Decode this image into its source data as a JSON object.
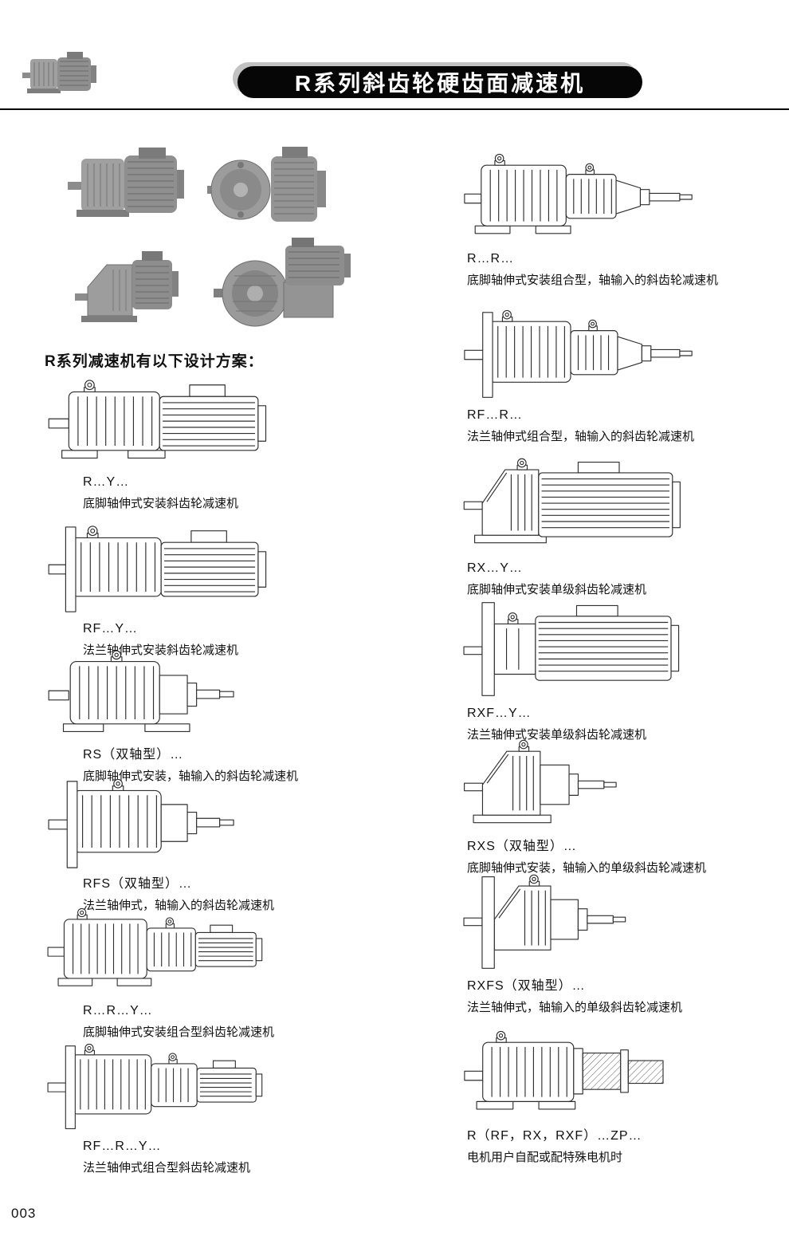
{
  "header": {
    "title": "R系列斜齿轮硬齿面减速机"
  },
  "intro": "R系列减速机有以下设计方案：",
  "page_number": "003",
  "left_items": [
    {
      "code": "R…Y…",
      "desc": "底脚轴伸式安装斜齿轮减速机"
    },
    {
      "code": "RF…Y…",
      "desc": "法兰轴伸式安装斜齿轮减速机"
    },
    {
      "code": "RS（双轴型）…",
      "desc": "底脚轴伸式安装，轴输入的斜齿轮减速机"
    },
    {
      "code": "RFS（双轴型）…",
      "desc": "法兰轴伸式，轴输入的斜齿轮减速机"
    },
    {
      "code": "R…R…Y…",
      "desc": "底脚轴伸式安装组合型斜齿轮减速机"
    },
    {
      "code": "RF…R…Y…",
      "desc": "法兰轴伸式组合型斜齿轮减速机"
    }
  ],
  "right_items": [
    {
      "code": "R…R…",
      "desc": "底脚轴伸式安装组合型，轴输入的斜齿轮减速机"
    },
    {
      "code": "RF…R…",
      "desc": "法兰轴伸式组合型，轴输入的斜齿轮减速机"
    },
    {
      "code": "RX…Y…",
      "desc": "底脚轴伸式安装单级斜齿轮减速机"
    },
    {
      "code": "RXF…Y…",
      "desc": "法兰轴伸式安装单级斜齿轮减速机"
    },
    {
      "code": "RXS（双轴型）…",
      "desc": "底脚轴伸式安装，轴输入的单级斜齿轮减速机"
    },
    {
      "code": "RXFS（双轴型）…",
      "desc": "法兰轴伸式，轴输入的单级斜齿轮减速机"
    },
    {
      "code": "R（RF，RX，RXF）…ZP…",
      "desc": "电机用户自配或配特殊电机时"
    }
  ]
}
